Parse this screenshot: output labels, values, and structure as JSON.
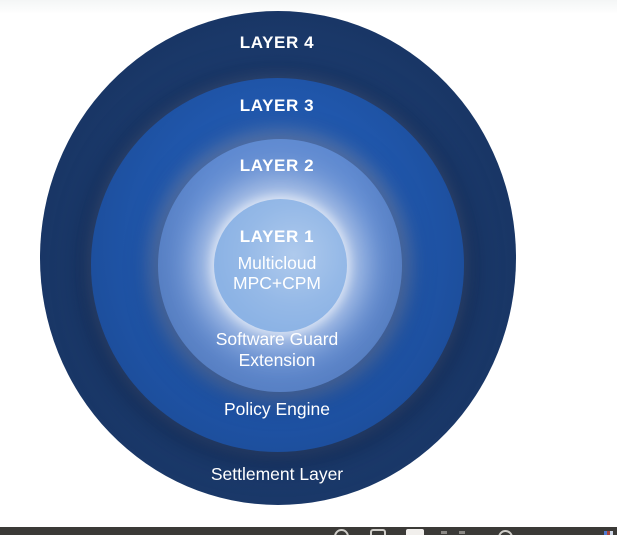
{
  "page": {
    "background": "#ffffff",
    "top_band_color": "#f5f7f7"
  },
  "diagram": {
    "type": "concentric-layers",
    "text_color": "#ffffff",
    "layers": [
      {
        "number": "LAYER 4",
        "name_lines": [
          "Settlement Layer"
        ],
        "fill": "#1c3c6f"
      },
      {
        "number": "LAYER 3",
        "name_lines": [
          "Policy Engine"
        ],
        "fill": "#2057ac"
      },
      {
        "number": "LAYER 2",
        "name_lines": [
          "Software Guard",
          "Extension"
        ],
        "fill": "#5f8ad1"
      },
      {
        "number": "LAYER 1",
        "name_lines": [
          "Multicloud",
          "MPC+CPM"
        ],
        "fill": "#8cb3e5"
      }
    ]
  },
  "toolbar": {
    "background": "#3b3a37",
    "icon_color": "#cfcdc8",
    "icons": [
      {
        "name": "rotate-icon"
      },
      {
        "name": "page-outline-icon"
      },
      {
        "name": "thumbnails-icon"
      },
      {
        "name": "zoom-icon"
      },
      {
        "name": "colored-app-icon"
      }
    ]
  }
}
